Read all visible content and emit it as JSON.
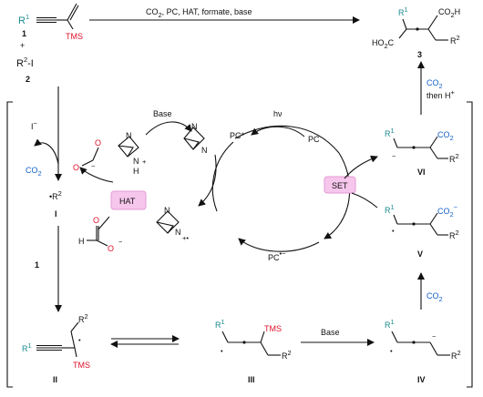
{
  "top": {
    "r1": "R",
    "r1_sup": "1",
    "tms": "TMS",
    "label_1": "1",
    "plus": "+",
    "r2i": "R",
    "r2i_sup": "2",
    "r2i_suffix": "-I",
    "label_2": "2",
    "conditions": "CO",
    "conditions_sub": "2",
    "conditions_rest": ", PC, HAT, formate, base",
    "product_r1": "R",
    "product_r1_sup": "1",
    "product_co2h": "CO",
    "product_co2h_sub": "2",
    "product_co2h_h": "H",
    "product_ho2c": "HO",
    "product_ho2c_sub": "2",
    "product_ho2c_c": "C",
    "product_r2": "R",
    "product_r2_sup": "2",
    "label_3": "3",
    "co2": "CO",
    "co2_sub": "2",
    "then_h": "then H",
    "then_h_sup": "+"
  },
  "cycle": {
    "iodide": "I",
    "iodide_sup": "−",
    "co2": "CO",
    "co2_sub": "2",
    "radical_r2": "R",
    "radical_r2_sup": "2",
    "label_I": "I",
    "base": "Base",
    "hat_badge": "HAT",
    "dabco_n": "N",
    "dabco_h": "H",
    "dabco_plus": "+",
    "radical_cation": "+•",
    "formate_h": "H",
    "formate_o": "O",
    "minus": "−",
    "hv": "hν",
    "pc_star": "PC*",
    "pc": "PC",
    "pc_radical": "PC",
    "pc_radical_sup": "•−",
    "set_badge": "SET",
    "label_1_arrow": "1",
    "label_II": "II",
    "label_III": "III",
    "label_IV": "IV",
    "label_V": "V",
    "label_VI": "VI",
    "tms": "TMS",
    "r1": "R",
    "r1_sup": "1",
    "r2": "R",
    "r2_sup": "2",
    "co2_minus": "CO",
    "co2_minus_sub": "2",
    "co2_minus_sup": "−",
    "base_bottom": "Base"
  },
  "colors": {
    "r1": "#1a8a8f",
    "tms": "#e0122a",
    "co2": "#1560c9",
    "badge_fill": "#f6c6ec",
    "badge_stroke": "#e49ad6"
  }
}
